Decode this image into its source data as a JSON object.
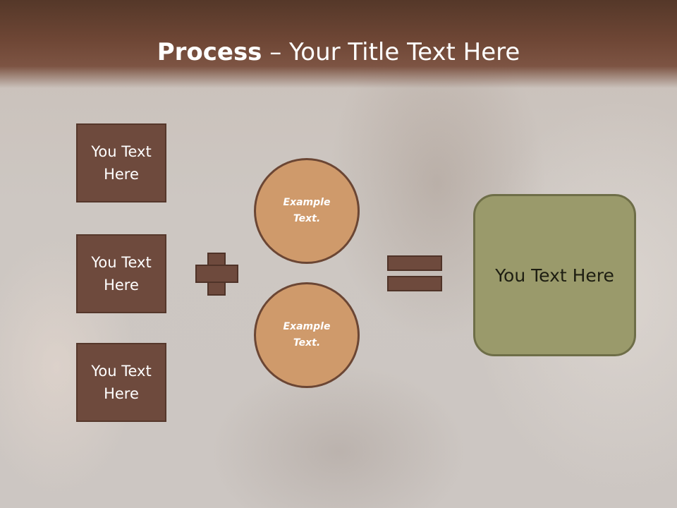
{
  "title": {
    "bold": "Process",
    "rest": " – Your Title Text Here"
  },
  "inputs": [
    "You Text Here",
    "You Text Here",
    "You Text Here"
  ],
  "circles": [
    "Example Text.",
    "Example Text."
  ],
  "result": "You Text Here",
  "colors": {
    "header": "#6e4635",
    "box": "#6e4a3d",
    "circle": "#cf9a6b",
    "result": "#9a9a6b"
  }
}
